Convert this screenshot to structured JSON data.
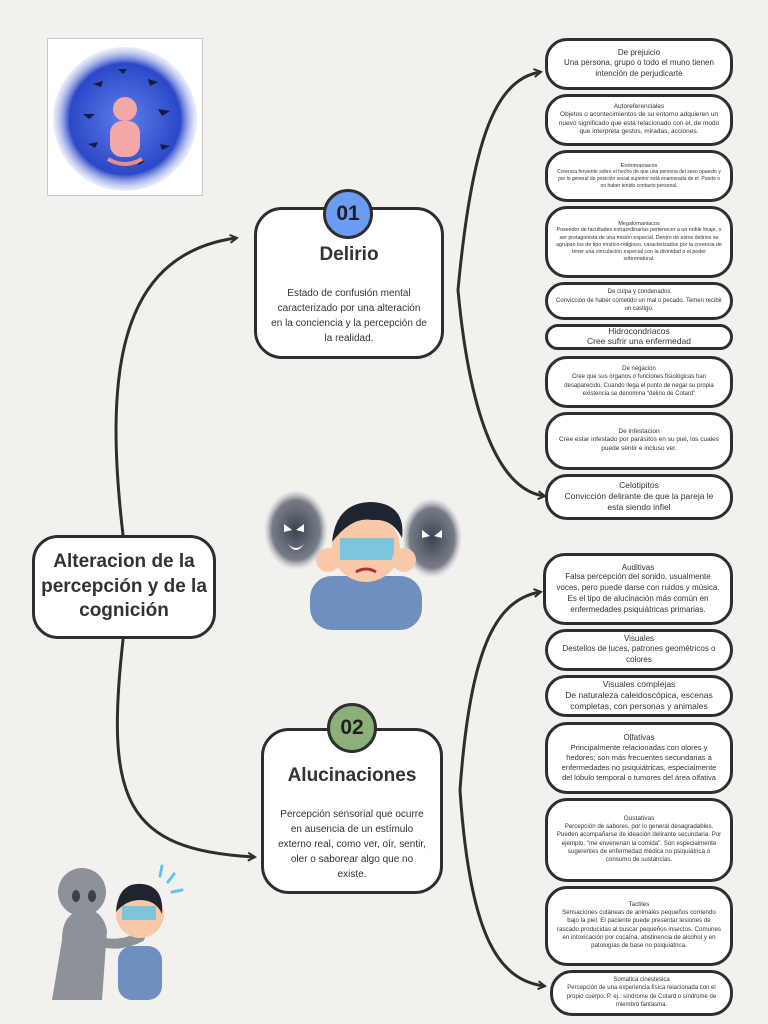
{
  "root": {
    "title": "Alteracion de la percepción y de la cognición"
  },
  "topics": [
    {
      "badge": "01",
      "badge_color": "#6c9cf2",
      "title": "Delirio",
      "description": "Estado de confusión mental caracterizado por una alteración en la conciencia y la percepción de la realidad."
    },
    {
      "badge": "02",
      "badge_color": "#8bb07a",
      "title": "Alucinaciones",
      "description": "Percepción sensorial que ocurre en ausencia de un estímulo externo real, como ver, oír, sentir, oler o saborear algo que no existe."
    }
  ],
  "delirio_items": [
    {
      "title": "De prejuicio",
      "desc": "Una persona, grupo o todo el muno tienen intención de perjudicarte"
    },
    {
      "title": "Autoreferenciales",
      "desc": "Objetos o acontecimientos de su entorno adquieren un nuevo significado que está relacionado con el, de modo que interpreta gestos, miradas, acciones."
    },
    {
      "title": "Erotomaniacos",
      "desc": "Creencia ferviente sobre el hecho de que una persona del sexo opuesto y por lo general de posición social superior está enamorada de el. Puede o no haber tenido contacto personal."
    },
    {
      "title": "Megalomaniacos",
      "desc": "Poseedor de facultades extraordinarias pertenecer a un noble linaje, o ser protagonista de una misión especial. Dentro de estos delirios se agrupan los de tipo místico-religioso, caracterizados por la creencia de tener una vinculación especial con la divinidad o el poder sobrenatural."
    },
    {
      "title": "De culpa y condenados",
      "desc": "Convicción de haber cometido un mal o pecado. Temen recibir un castigo."
    },
    {
      "title": "Hidrocondriacos",
      "desc": "Cree sufrir una enfermedad"
    },
    {
      "title": "De negación",
      "desc": "Cree que sus órganos o funciones fisiológicas han desaparecido. Cuando llega el punto de negar su propia existencia se denomina \"delirio de Cotard\""
    },
    {
      "title": "De infestacion",
      "desc": "Cree estar infestado por parásitos en su piel, los cuales puede sentir e incluso ver."
    },
    {
      "title": "Celotipitos",
      "desc": "Convicción delirante de que la pareja le esta siendo infiel"
    }
  ],
  "alucinacion_items": [
    {
      "title": "Auditivas",
      "desc": "Falsa percepción del sonido, usualmente voces, pero puede darse con ruidos y música. Es el tipo de alucinación más común en enfermedades psiquiátricas primarias."
    },
    {
      "title": "Visuales",
      "desc": "Destellos de luces, patrones geométricos o colores"
    },
    {
      "title": "Visuales complejas",
      "desc": "De naturaleza caleidoscópica, escenas completas, con personas y animales"
    },
    {
      "title": "Olfativas",
      "desc": "Principalmente relacionadas con olores y hedores; son más frecuentes secundarias a enfermedades no psiquiátricas, especialmente del lóbulo temporal o tumores del área olfativa"
    },
    {
      "title": "Gustativas",
      "desc": "Percepción de sabores, por lo general desagradables. Pueden acompañarse de ideación delirante secundaria. Por ejemplo, \"me envenenan la comida\". Son especialmente sugerentes de enfermedad médica no psiquiátrica o consumo de sustancias."
    },
    {
      "title": "Tactiles",
      "desc": "Sensaciones cutáneas de animales pequeños corriendo bajo la piel. El paciente puede presentar lesiones de rascado producidas al buscar pequeños insectos. Comunes en intoxicación por cocaína, abstinencia de alcohol y en patologías de base no psiquiátrica."
    },
    {
      "title": "Somatica cinestesica",
      "desc": "Percepción de una experiencia física relacionada con el propio cuerpo. P. ej.: síndrome de Cotard o síndrome de miembro fantasma."
    }
  ],
  "colors": {
    "border": "#2e2e2e",
    "background": "#f2f1ee",
    "badge_blue": "#6c9cf2",
    "badge_green": "#8bb07a"
  }
}
